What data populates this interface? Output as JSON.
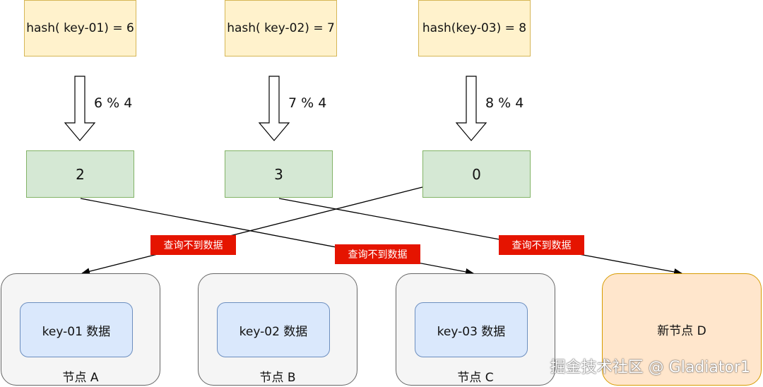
{
  "hashes": [
    {
      "text": "hash( key-01) = 6"
    },
    {
      "text": "hash( key-02) = 7"
    },
    {
      "text": "hash(key-03) = 8"
    }
  ],
  "mods": [
    {
      "text": "6 % 4"
    },
    {
      "text": "7 % 4"
    },
    {
      "text": "8 % 4"
    }
  ],
  "results": [
    {
      "text": "2"
    },
    {
      "text": "3"
    },
    {
      "text": "0"
    }
  ],
  "edge_labels": [
    {
      "text": "查询不到数据"
    },
    {
      "text": "查询不到数据"
    },
    {
      "text": "查询不到数据"
    }
  ],
  "nodes": [
    {
      "inner": "key-01 数据",
      "label": "节点 A"
    },
    {
      "inner": "key-02 数据",
      "label": "节点 B"
    },
    {
      "inner": "key-03 数据",
      "label": "节点 C"
    }
  ],
  "new_node": {
    "label": "新节点 D"
  },
  "watermark": "掘金技术社区 @ Gladiator1",
  "colors": {
    "hash_fill": "#fff2cc",
    "result_fill": "#d5e8d4",
    "node_fill": "#f5f5f5",
    "inner_fill": "#dae8fc",
    "new_node_fill": "#ffe6cc",
    "label_fill": "#e51400"
  }
}
